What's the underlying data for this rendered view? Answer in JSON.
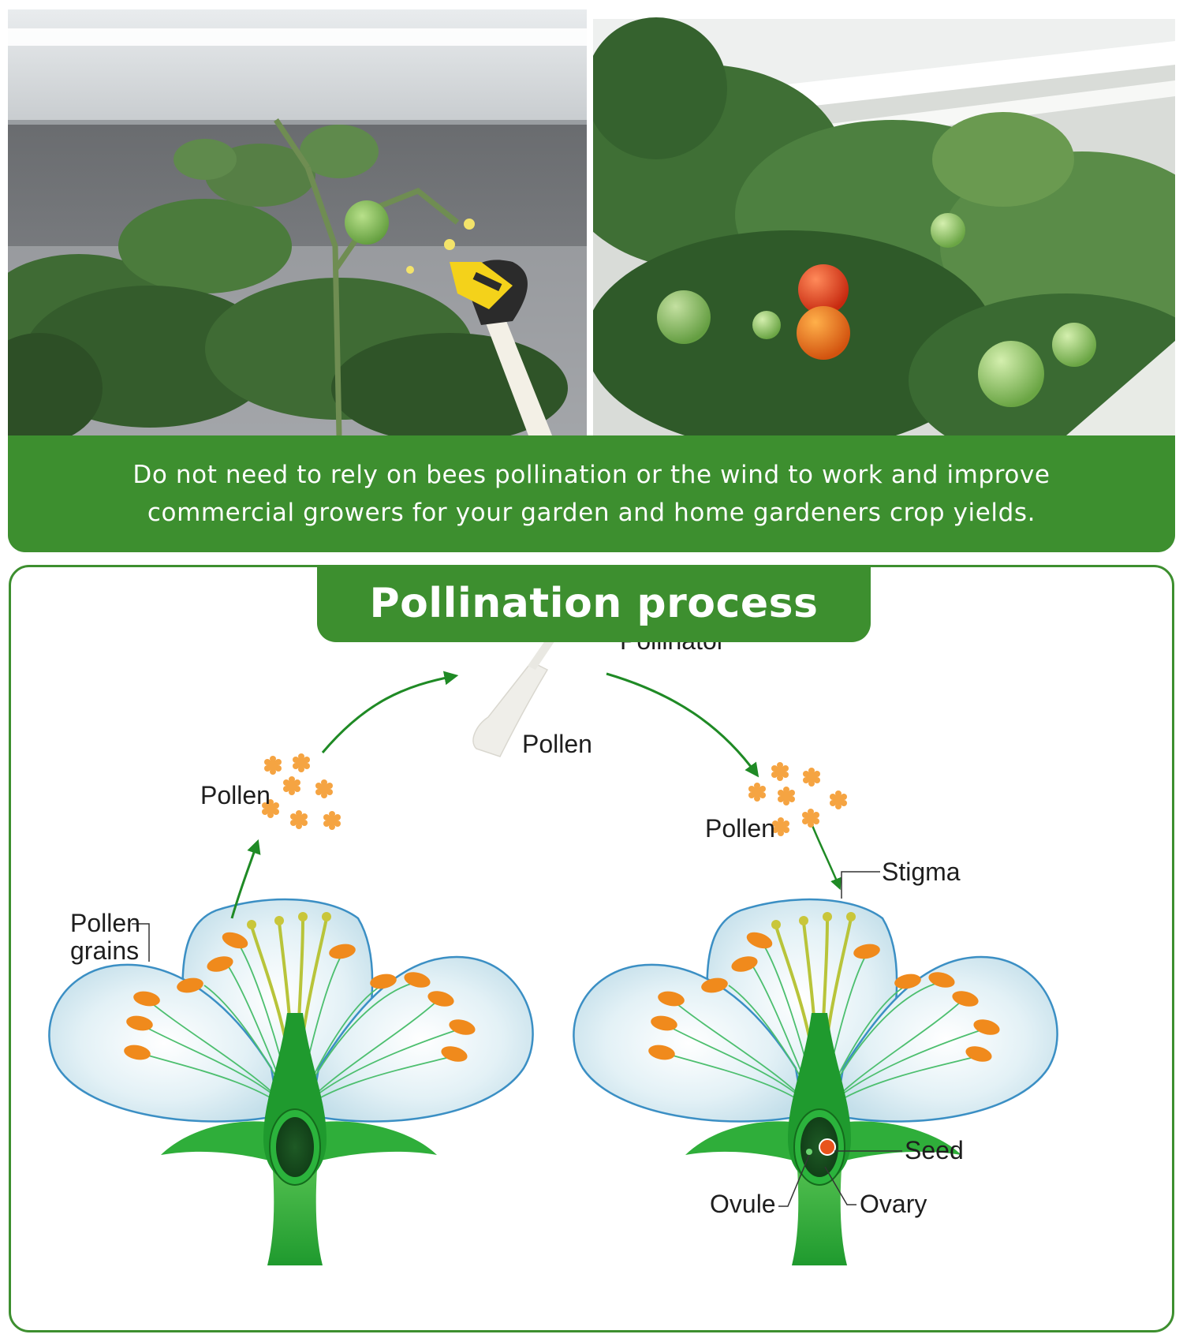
{
  "banner": {
    "line1": "Do not need to rely on bees pollination or the wind to work and improve",
    "line2": "commercial growers for your garden and home gardeners crop yields."
  },
  "diagram": {
    "title": "Pollination process",
    "labels": {
      "pollinator": "Pollinator",
      "pollen_top": "Pollen",
      "pollen_left": "Pollen",
      "pollen_right": "Pollen",
      "pollen_grains_1": "Pollen",
      "pollen_grains_2": "grains",
      "stigma": "Stigma",
      "seed": "Seed",
      "ovule": "Ovule",
      "ovary": "Ovary"
    }
  },
  "colors": {
    "brand_green": "#3d8f2f",
    "anther_orange": "#f08a1c",
    "pollen_orange": "#f5a442",
    "petal_edge": "#3b8fc4",
    "sepal_green": "#2fae3a"
  }
}
